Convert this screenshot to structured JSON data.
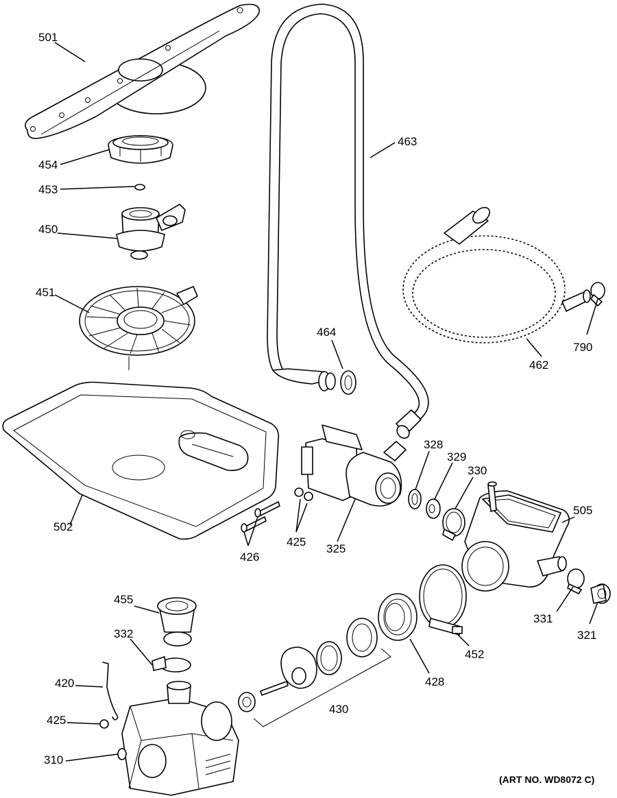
{
  "diagram": {
    "art_number": "(ART NO. WD8072 C)",
    "parts": [
      {
        "id": "501",
        "label": "501"
      },
      {
        "id": "454",
        "label": "454"
      },
      {
        "id": "453",
        "label": "453"
      },
      {
        "id": "450",
        "label": "450"
      },
      {
        "id": "451",
        "label": "451"
      },
      {
        "id": "502",
        "label": "502"
      },
      {
        "id": "463",
        "label": "463"
      },
      {
        "id": "464",
        "label": "464"
      },
      {
        "id": "462",
        "label": "462"
      },
      {
        "id": "790",
        "label": "790"
      },
      {
        "id": "328",
        "label": "328"
      },
      {
        "id": "329",
        "label": "329"
      },
      {
        "id": "330",
        "label": "330"
      },
      {
        "id": "505",
        "label": "505"
      },
      {
        "id": "425a",
        "label": "425"
      },
      {
        "id": "426",
        "label": "426"
      },
      {
        "id": "325",
        "label": "325"
      },
      {
        "id": "455",
        "label": "455"
      },
      {
        "id": "332",
        "label": "332"
      },
      {
        "id": "420",
        "label": "420"
      },
      {
        "id": "425b",
        "label": "425"
      },
      {
        "id": "310",
        "label": "310"
      },
      {
        "id": "430",
        "label": "430"
      },
      {
        "id": "428",
        "label": "428"
      },
      {
        "id": "452",
        "label": "452"
      },
      {
        "id": "331",
        "label": "331"
      },
      {
        "id": "321",
        "label": "321"
      }
    ]
  }
}
